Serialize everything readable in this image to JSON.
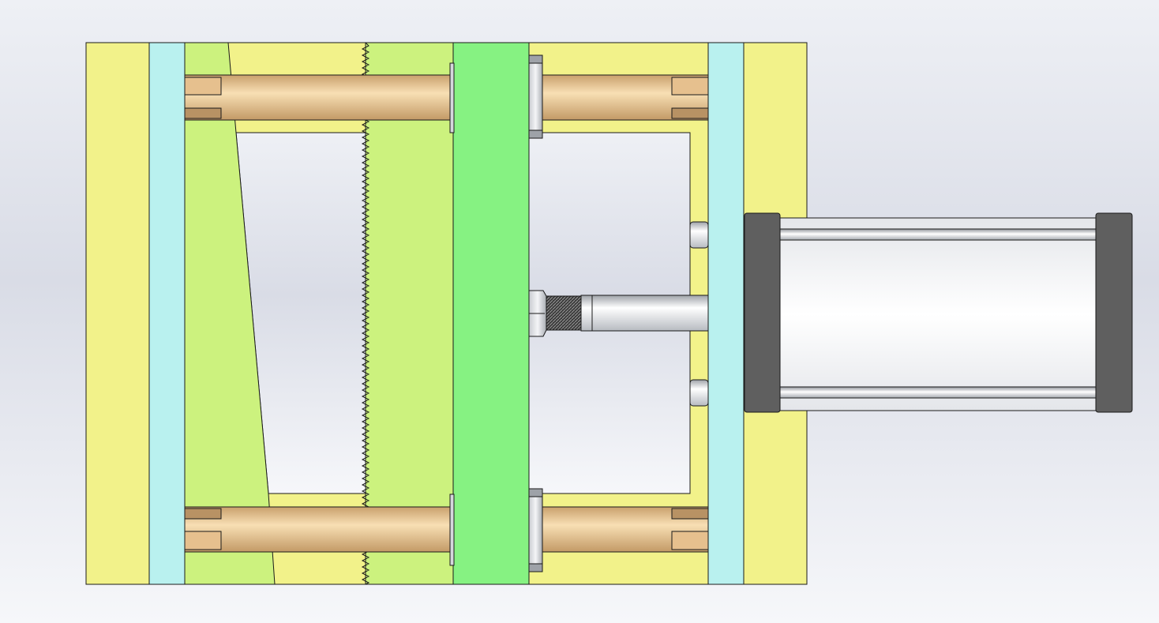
{
  "scene": {
    "type": "cad-section-view",
    "colors": {
      "background_top": "#eef0f5",
      "background_mid": "#d9dce6",
      "background_bottom": "#f6f7fa",
      "plate_yellow": "#f2f28a",
      "plate_cyan": "#b9f1ef",
      "wedge_lightgreen": "#ccf27e",
      "plate_green": "#86f282",
      "pin_brass": "#e6c08e",
      "pin_brass_highlight": "#f8dfb4",
      "steel": "#c9ccd2",
      "steel_highlight": "#ffffff",
      "cylinder_cap": "#5f5f5f",
      "outline": "#1a1a1a"
    },
    "components": [
      "outer-frame-plate",
      "left-clamp-plate",
      "tapered-wedge-block",
      "slider-block",
      "moving-plate",
      "right-clamp-plate",
      "guide-pins",
      "piston-rod",
      "air-cylinder"
    ]
  }
}
